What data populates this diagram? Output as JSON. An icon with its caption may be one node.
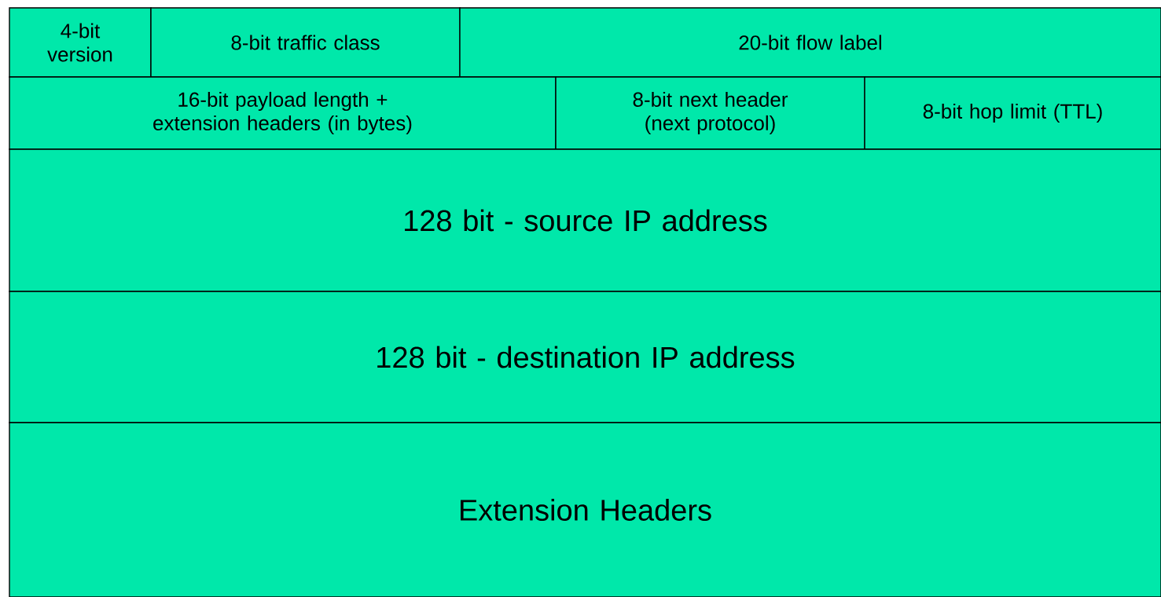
{
  "diagram": {
    "nodes": [
      {
        "text": [
          "4-bit version"
        ]
      },
      {
        "text": [
          "8-bit traffic class"
        ]
      },
      {
        "text": [
          "20-bit flow label"
        ]
      },
      {
        "text": [
          "16-bit payload length + extension headers (in bytes)"
        ]
      },
      {
        "text": [
          "8-bit next header (next protocol)"
        ]
      },
      {
        "text": [
          "8-bit hop limit (TTL)"
        ]
      },
      {
        "text": [
          "128  bit - source IP address"
        ]
      },
      {
        "text": [
          "128  bit - destination IP address"
        ]
      },
      {
        "text": [
          "Extension Headers"
        ]
      }
    ]
  }
}
